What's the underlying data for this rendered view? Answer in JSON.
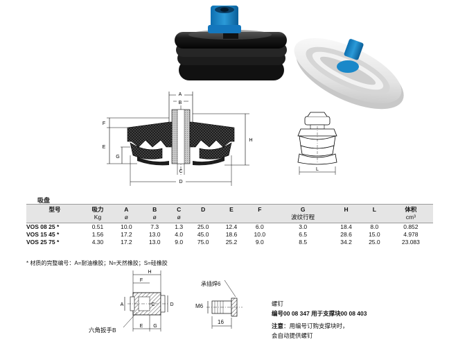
{
  "drawing_labels": {
    "A": "A",
    "B": "B",
    "C": "C",
    "D": "D",
    "E": "E",
    "F": "F",
    "G": "G",
    "H": "H",
    "L": "L"
  },
  "section_title": "吸盘",
  "table": {
    "headers": [
      {
        "label": "型号",
        "sub": ""
      },
      {
        "label": "吸力",
        "sub": "Kg"
      },
      {
        "label": "A",
        "sub": "ø"
      },
      {
        "label": "B",
        "sub": "ø"
      },
      {
        "label": "C",
        "sub": "ø"
      },
      {
        "label": "D",
        "sub": ""
      },
      {
        "label": "E",
        "sub": ""
      },
      {
        "label": "F",
        "sub": ""
      },
      {
        "label": "G",
        "sub": "波纹行程"
      },
      {
        "label": "H",
        "sub": ""
      },
      {
        "label": "L",
        "sub": ""
      },
      {
        "label": "体积",
        "sub": "cm³"
      }
    ],
    "rows": [
      [
        "VOS 08 25 *",
        "0.51",
        "10.0",
        "7.3",
        "1.3",
        "25.0",
        "12.4",
        "6.0",
        "3.0",
        "18.4",
        "8.0",
        "0.852"
      ],
      [
        "VOS 15 45 *",
        "1.56",
        "17.2",
        "13.0",
        "4.0",
        "45.0",
        "18.6",
        "10.0",
        "6.5",
        "28.6",
        "15.0",
        "4.978"
      ],
      [
        "VOS 25 75 *",
        "4.30",
        "17.2",
        "13.0",
        "9.0",
        "75.0",
        "25.2",
        "9.0",
        "8.5",
        "34.2",
        "25.0",
        "23.083"
      ]
    ]
  },
  "footnote": "* 材质的完整编号：A=耐油橡胶；N=天然橡胶；S=硅橡胶",
  "bottom": {
    "hex_wrench_label": "六角扳手B",
    "weld_label": "承插焊6",
    "m_label": "M6",
    "dim_16": "16",
    "screw_title": "螺钉",
    "screw_code_line": "编号00 08 347  用于支撑块00 08 403",
    "note_prefix": "注意",
    "note_line1": "：用编号订购支撑块时，",
    "note_line2": "会自动提供螺钉"
  }
}
